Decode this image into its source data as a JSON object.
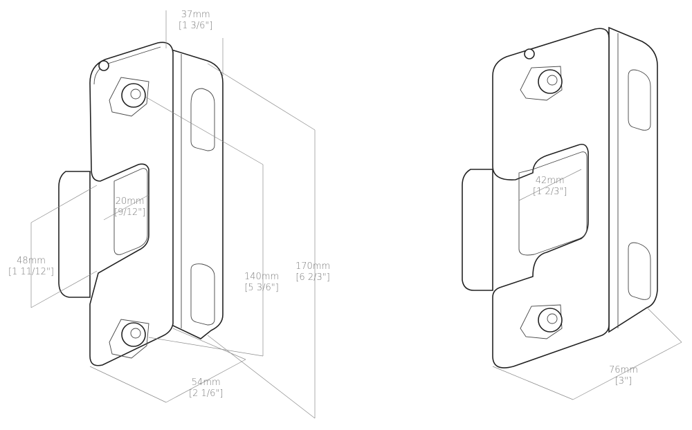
{
  "left_view": {
    "dimensions": [
      {
        "id": "flange-width",
        "mm": "37mm",
        "inch": "[1 3/6\"]"
      },
      {
        "id": "window-width",
        "mm": "20mm",
        "inch": "[9/12\"]"
      },
      {
        "id": "tab-height",
        "mm": "48mm",
        "inch": "[1 11/12\"]"
      },
      {
        "id": "hole-spacing",
        "mm": "140mm",
        "inch": "[5 3/6\"]"
      },
      {
        "id": "overall-height",
        "mm": "170mm",
        "inch": "[6 2/3\"]"
      },
      {
        "id": "plate-width",
        "mm": "54mm",
        "inch": "[2 1/6\"]"
      }
    ]
  },
  "right_view": {
    "dimensions": [
      {
        "id": "window-width",
        "mm": "42mm",
        "inch": "[1 2/3\"]"
      },
      {
        "id": "overall-width",
        "mm": "76mm",
        "inch": "[3\"]"
      }
    ]
  }
}
